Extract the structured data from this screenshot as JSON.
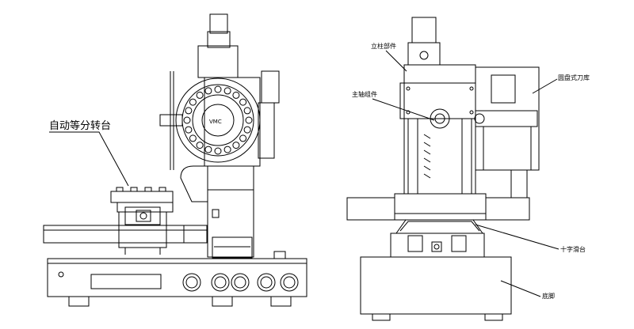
{
  "labels": {
    "rotary_table": "自动等分转台",
    "column": "立柱部件",
    "spindle": "主轴组件",
    "tool_magazine": "圆盘式刀库",
    "cross_slide": "十字滑台",
    "base": "底脚"
  },
  "colors": {
    "line": "#000000",
    "background": "#ffffff"
  },
  "icons": {
    "magazine_logo": "vmc-logo"
  }
}
